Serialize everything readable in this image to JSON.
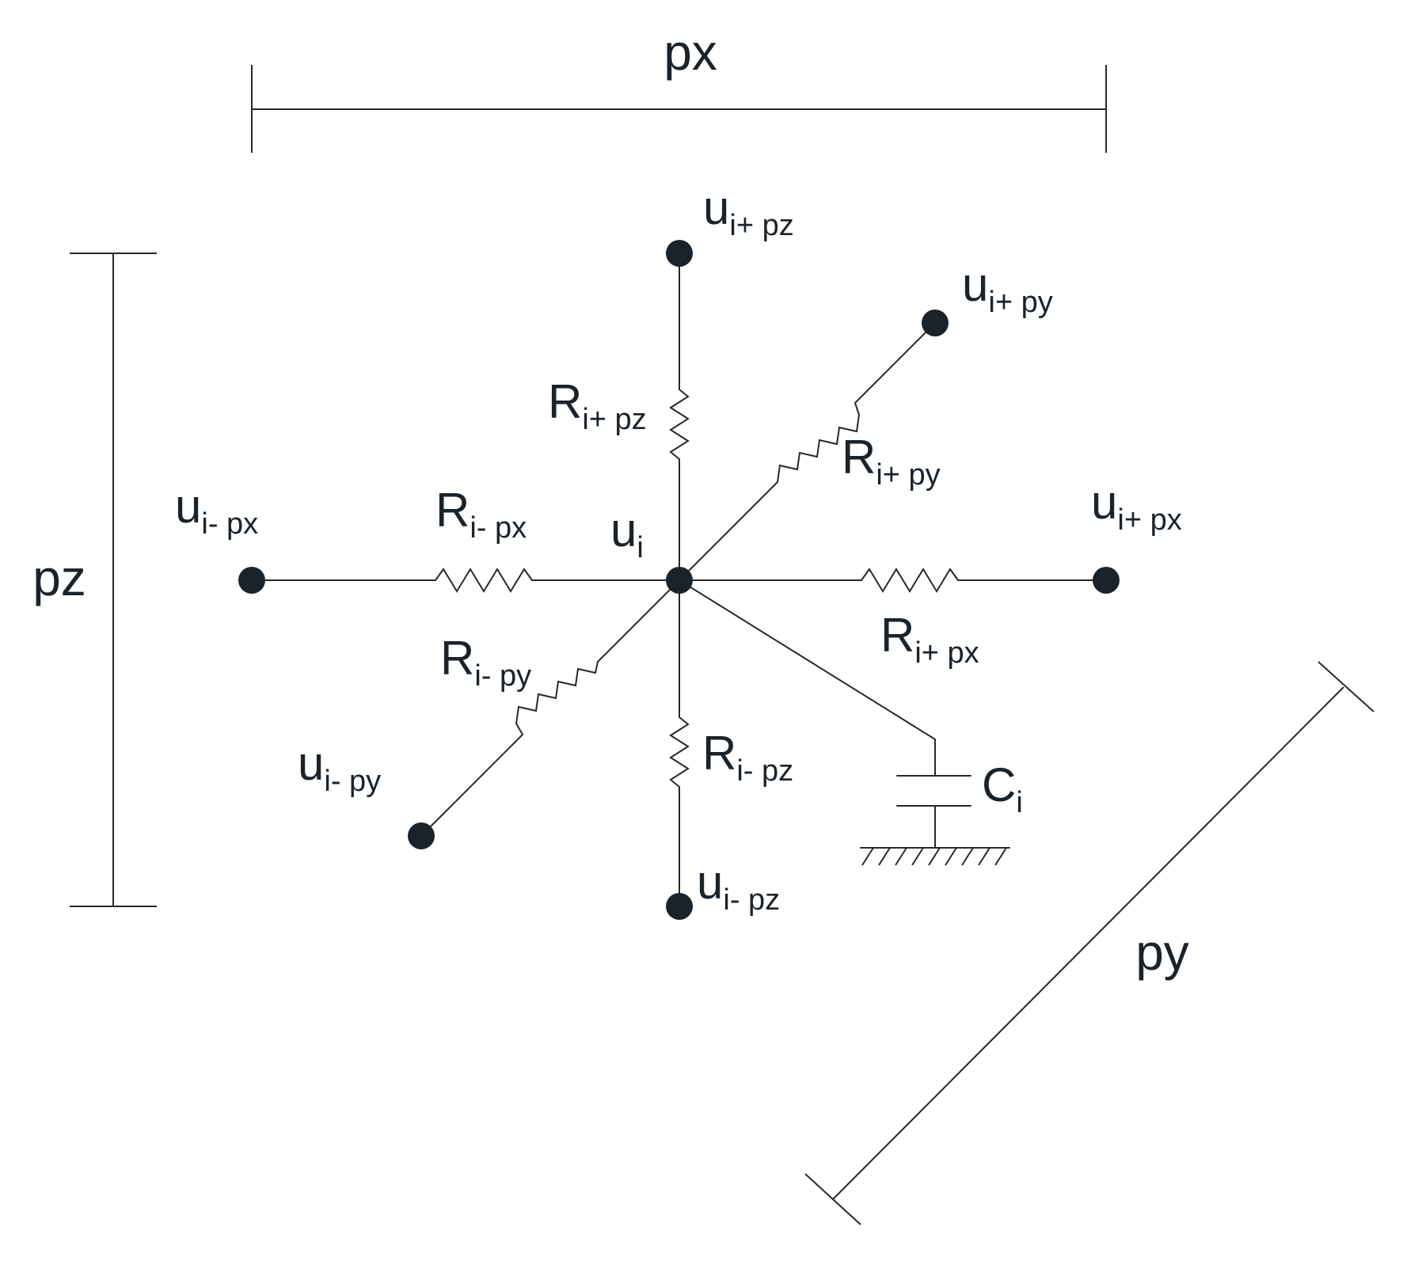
{
  "dimensions": {
    "px": "px",
    "py": "py",
    "pz": "pz"
  },
  "nodes": {
    "center": {
      "base": "u",
      "sub": "i"
    },
    "x_plus": {
      "base": "u",
      "sub": "i+ px"
    },
    "x_minus": {
      "base": "u",
      "sub": "i- px"
    },
    "y_plus": {
      "base": "u",
      "sub": "i+ py"
    },
    "y_minus": {
      "base": "u",
      "sub": "i- py"
    },
    "z_plus": {
      "base": "u",
      "sub": "i+ pz"
    },
    "z_minus": {
      "base": "u",
      "sub": "i- pz"
    }
  },
  "resistors": {
    "x_plus": {
      "base": "R",
      "sub": "i+ px"
    },
    "x_minus": {
      "base": "R",
      "sub": "i- px"
    },
    "y_plus": {
      "base": "R",
      "sub": "i+ py"
    },
    "y_minus": {
      "base": "R",
      "sub": "i- py"
    },
    "z_plus": {
      "base": "R",
      "sub": "i+ pz"
    },
    "z_minus": {
      "base": "R",
      "sub": "i- pz"
    }
  },
  "capacitor": {
    "base": "C",
    "sub": "i"
  },
  "colors": {
    "ink": "#1b232a",
    "background": "#ffffff"
  }
}
